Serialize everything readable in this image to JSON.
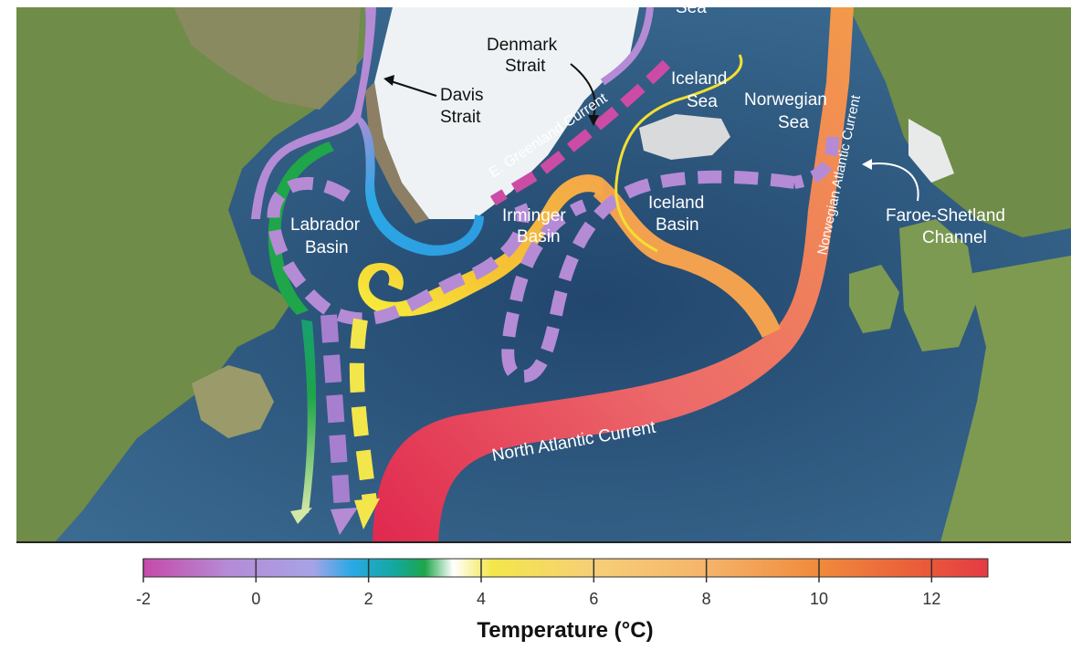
{
  "labels": {
    "sea_top": "Sea",
    "denmark_1": "Denmark",
    "denmark_2": "Strait",
    "davis_1": "Davis",
    "davis_2": "Strait",
    "iceland_sea_1": "Iceland",
    "iceland_sea_2": "Sea",
    "norwegian_sea_1": "Norwegian",
    "norwegian_sea_2": "Sea",
    "e_greenland": "E. Greenland Current",
    "labrador_1": "Labrador",
    "labrador_2": "Basin",
    "irminger_1": "Irminger",
    "irminger_2": "Basin",
    "iceland_basin_1": "Iceland",
    "iceland_basin_2": "Basin",
    "norwegian_atlantic": "Norwegian Atlantic Current",
    "faroe_1": "Faroe-Shetland",
    "faroe_2": "Channel",
    "north_atlantic": "North Atlantic Current"
  },
  "colorbar": {
    "title": "Temperature (°C)",
    "min": -2,
    "max": 13,
    "ticks": [
      -2,
      0,
      2,
      4,
      6,
      8,
      10,
      12
    ],
    "stops": [
      {
        "t": -2,
        "color": "#c64aa9"
      },
      {
        "t": -0.5,
        "color": "#b58bd6"
      },
      {
        "t": 1,
        "color": "#a7a3e6"
      },
      {
        "t": 1.7,
        "color": "#2aa9e6"
      },
      {
        "t": 2.5,
        "color": "#12a89a"
      },
      {
        "t": 3.0,
        "color": "#1fa54a"
      },
      {
        "t": 3.5,
        "color": "#ffffff"
      },
      {
        "t": 4.2,
        "color": "#f3e64a"
      },
      {
        "t": 6,
        "color": "#f6cf78"
      },
      {
        "t": 8,
        "color": "#f5b46a"
      },
      {
        "t": 10,
        "color": "#f08a3c"
      },
      {
        "t": 12,
        "color": "#e9573a"
      },
      {
        "t": 13,
        "color": "#e43a44"
      }
    ]
  },
  "colors": {
    "ocean": "#2d5b80",
    "land": "#6d8a46",
    "ice": "#eef2f4",
    "north_atlantic_current": "#e23a52",
    "warm_orange": "#f08a3c",
    "yellow": "#f3df33",
    "deep_purple": "#b78bd8",
    "cold_magenta": "#cc4ca5",
    "labrador_green": "#1fa54a",
    "blue": "#2aa9e6"
  }
}
